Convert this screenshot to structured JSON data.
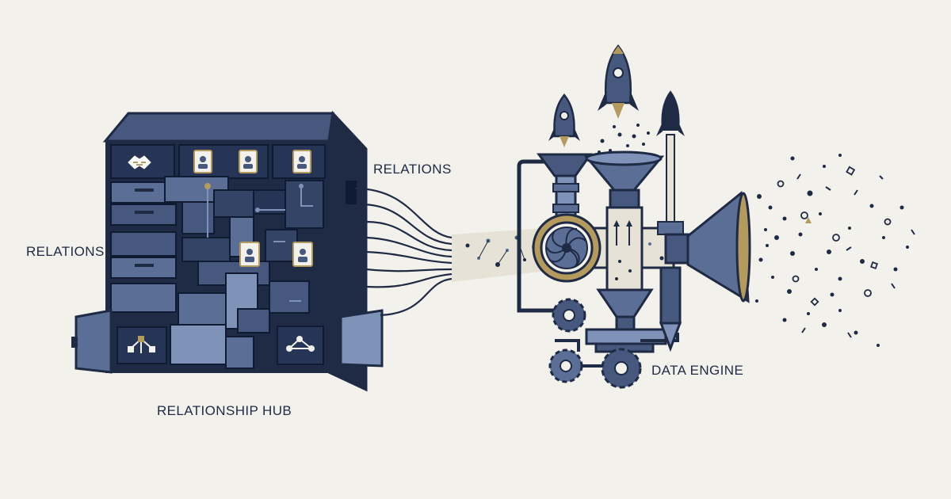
{
  "labels": {
    "relations_left": "RELATIONS",
    "relations_right": "RELATIONS",
    "hub": "RELATIONSHIP HUB",
    "engine": "DATA ENGINE"
  },
  "colors": {
    "background": "#f3f1ec",
    "navy": "#1f2a44",
    "slate": "#5b6f96",
    "slate_light": "#7f92b8",
    "slate_mid": "#46587e",
    "gold": "#b59a5d",
    "stream": "#e6e2d6"
  },
  "icons": [
    "handshake-icon",
    "contact-card-icon",
    "network-graph-icon",
    "rocket-icon",
    "turbine-icon",
    "gear-icon",
    "funnel-icon",
    "horn-icon"
  ]
}
